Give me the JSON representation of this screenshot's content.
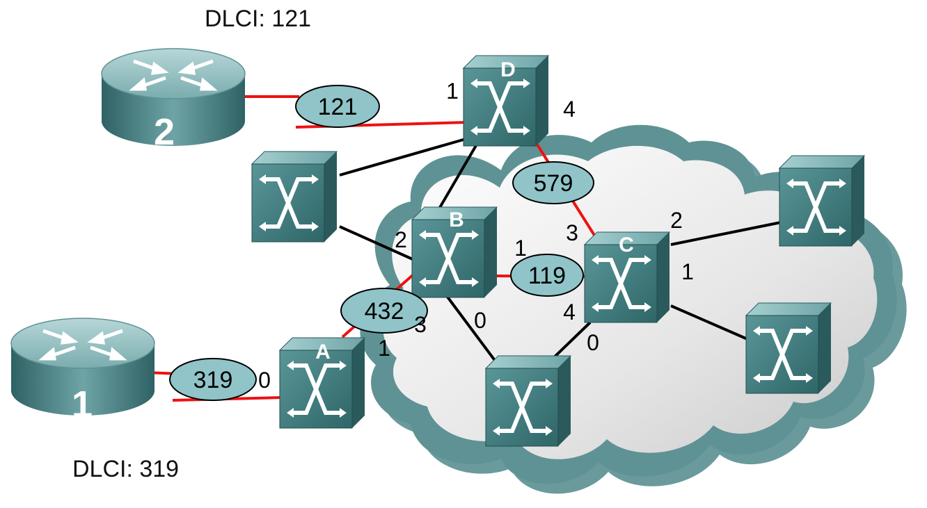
{
  "captions": {
    "top": "DLCI: 121",
    "bottom": "DLCI: 319"
  },
  "routers": {
    "r1": "1",
    "r2": "2"
  },
  "switches": {
    "a": "A",
    "b": "B",
    "c": "C",
    "d": "D"
  },
  "dlci": {
    "d121": "121",
    "d579": "579",
    "d119": "119",
    "d432": "432",
    "d319": "319"
  },
  "ports": {
    "d1": "1",
    "d4": "4",
    "b2": "2",
    "b1": "1",
    "b0": "0",
    "b3": "3",
    "c3": "3",
    "c2": "2",
    "c1": "1",
    "c4": "4",
    "c0": "0",
    "a0": "0",
    "a1": "1"
  },
  "colors": {
    "switch_front": "#3f7d7f",
    "switch_top": "#8fbfc0",
    "switch_side": "#2a5a5c",
    "router_body": "#447f82",
    "router_top": "#8fbcbe",
    "cloud_outer": "#5f9496",
    "cloud_inner": "#efefef",
    "dlci_fill": "#90c4c8",
    "link_red": "#ee1111",
    "link_black": "#000000"
  }
}
